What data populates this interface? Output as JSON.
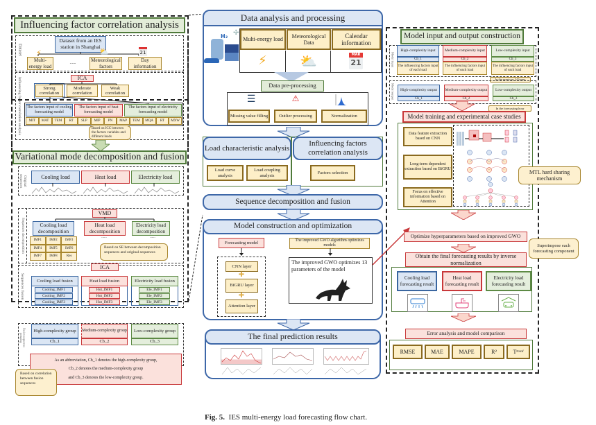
{
  "caption": {
    "fig": "Fig. 5.",
    "text": "IES multi-energy load forecasting flow chart."
  },
  "left": {
    "ifca": {
      "title": "Influencing factor correlation analysis",
      "dataset_label": "Dataset",
      "dataset": "Dataset from an IES station in Shanghai",
      "sources": [
        "Multi-energy load",
        "......",
        "Meteorological factors",
        "Day information"
      ],
      "section_label": "Influencing factor correlation analysis",
      "ica": "ICA",
      "correlations": [
        "Strong correlation",
        "Moderate correlation",
        "Weak correlation"
      ],
      "models": [
        {
          "title": "The factors input of cooling forecasting model",
          "factors": [
            "MIT",
            "MAT",
            "TEM",
            "RT"
          ]
        },
        {
          "title": "The factors input of heat forecasting model",
          "factors": [
            "SLP",
            "MIP",
            "PN",
            "MAP"
          ]
        },
        {
          "title": "The factors input of electricity forecasting model",
          "factors": [
            "TEM",
            "MQA",
            "RT",
            "MXW"
          ]
        }
      ],
      "callout": "Based on ICC between the factors variables and different loads"
    },
    "vmd": {
      "title": "Variational mode decomposition and fusion",
      "label_original": "Original sequences",
      "label_decomp": "Sequences decomposition",
      "label_fusion": "Sequences fusion",
      "label_group": "Fusion sequences grouping",
      "loads": [
        "Cooling load",
        "Heat load",
        "Electricity load"
      ],
      "vmd": "VMD",
      "decomps": [
        "Cooling load decomposition",
        "Heat load decomposition",
        "Electricity load decomposition"
      ],
      "imfs": [
        "IMF1",
        "IMF2",
        "IMF3",
        "IMF4",
        "IMF5",
        "IMF6",
        "IMF7",
        "IMF8",
        "Res"
      ],
      "dots": "......",
      "se_callout": "Based on SE between decomposition sequences and original sequences",
      "ica": "ICA",
      "fusions": [
        {
          "title": "Cooling load fusion",
          "items": [
            "Cooling_IMF1",
            "Cooling_IMF2",
            "Cooling_IMF3"
          ]
        },
        {
          "title": "Heat load fusion",
          "items": [
            "Hot_IMF1",
            "Hot_IMF2",
            "Hot_IMF3"
          ]
        },
        {
          "title": "Electricity load fusion",
          "items": [
            "Ele_IMF1",
            "Ele_IMF2",
            "Ele_IMF3"
          ]
        }
      ],
      "groups": [
        {
          "title": "High-complexity group",
          "code": "Cb_1"
        },
        {
          "title": "Medium-complexity group",
          "code": "Cb_2"
        },
        {
          "title": "Low-complexity group",
          "code": "Cb_3"
        }
      ],
      "abbrev": [
        "As an abbreviation, Cb_1 denotes the high-complexity group,",
        "Cb_2 denotes the medium-complexity group",
        "and Cb_3 denotes the low-complexity group."
      ],
      "corr_callout": "Based on correlation between fusion sequences"
    }
  },
  "center": {
    "data": {
      "title": "Data analysis and processing",
      "cols": [
        "Multi-energy load",
        "Meteorological Data",
        "Calendar information"
      ],
      "cal_month": "MAR",
      "cal_day": "21",
      "h2": "H₂",
      "preproc": "Data pre-processing",
      "steps": [
        "Missing value filling",
        "Outlier processing",
        "Normalization"
      ]
    },
    "load_char": {
      "title": "Load characteristic analysis",
      "items": [
        "Load curve analysis",
        "Load coupling analysis"
      ]
    },
    "infl": {
      "title": "Influencing factors correlation analysis",
      "items": [
        "Factors selection"
      ]
    },
    "seq": {
      "title": "Sequence decomposition and fusion"
    },
    "model": {
      "title": "Model construction and optimization",
      "forecast": "Forecasting model",
      "layers": [
        "CNN layer",
        "BiGRU layer",
        "Attention layer"
      ],
      "gwo": "The improved GWO algorithm optimizes models",
      "gwo_text": "The improved GWO optimizes 13 parameters of the model"
    },
    "final": {
      "title": "The final prediction results"
    }
  },
  "right": {
    "io": {
      "title": "Model input and output construction",
      "label_input": "Model input",
      "label_output": "Model output",
      "inputs": [
        {
          "title": "High-complexity input",
          "code": "Cb_1"
        },
        {
          "title": "Medium-complexity input",
          "code": "Cb_2"
        },
        {
          "title": "Low-complexity input",
          "code": "Cb_3"
        }
      ],
      "factor_text": "The influencing factors input of each load",
      "prev24": "In the previous 24 hours",
      "outputs": [
        {
          "title": "High-complexity output",
          "code": "Cb_1"
        },
        {
          "title": "Medium-complexity output",
          "code": "Cb_2"
        },
        {
          "title": "Low-complexity output",
          "code": "Cb_3"
        }
      ],
      "fhour": "In the forecasting hour"
    },
    "train": {
      "title": "Model training and experimental case studies",
      "steps": [
        "Data feature extraction based on CNN",
        "Long-term dependent extraction based on BiGRU",
        "Focus on effective information based on Attention"
      ],
      "mtl": "MTL hard sharing mechanism"
    },
    "optimize": "Optimize hyperparameters based on improved GWO",
    "obtain": "Obtain the final forecasting results by inverse normalization",
    "superimpose": "Superimpose each forecasting component",
    "results": [
      "Cooling load forecasting result",
      "Heat load forecasting result",
      "Electricity load forecasting result"
    ],
    "error": "Error analysis and model comparison",
    "metrics": [
      "RMSE",
      "MAE",
      "MAPE",
      "R²",
      "T_total"
    ],
    "metric_last": {
      "base": "T",
      "sub": "total"
    }
  },
  "colors": {
    "blue": "#3d67a8",
    "red": "#c8383a",
    "green": "#4f7a3a",
    "gold": "#a8862d"
  }
}
